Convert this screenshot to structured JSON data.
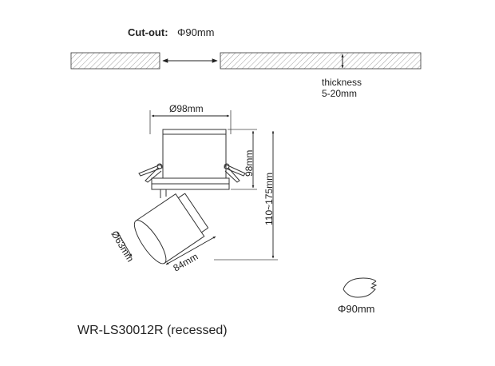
{
  "cutout": {
    "label": "Cut-out:",
    "value": "Φ90mm"
  },
  "thickness": {
    "label": "thickness",
    "value": "5-20mm"
  },
  "dims": {
    "top_width": "Ø98mm",
    "height": "98mm",
    "total_height": "110~175mm",
    "diameter": "Ø63mm",
    "length": "84mm"
  },
  "hole": {
    "label": "Φ90mm"
  },
  "model": {
    "name": "WR-LS30012R (recessed)"
  },
  "colors": {
    "line": "#333333",
    "text": "#222222",
    "hatch": "#555555"
  }
}
